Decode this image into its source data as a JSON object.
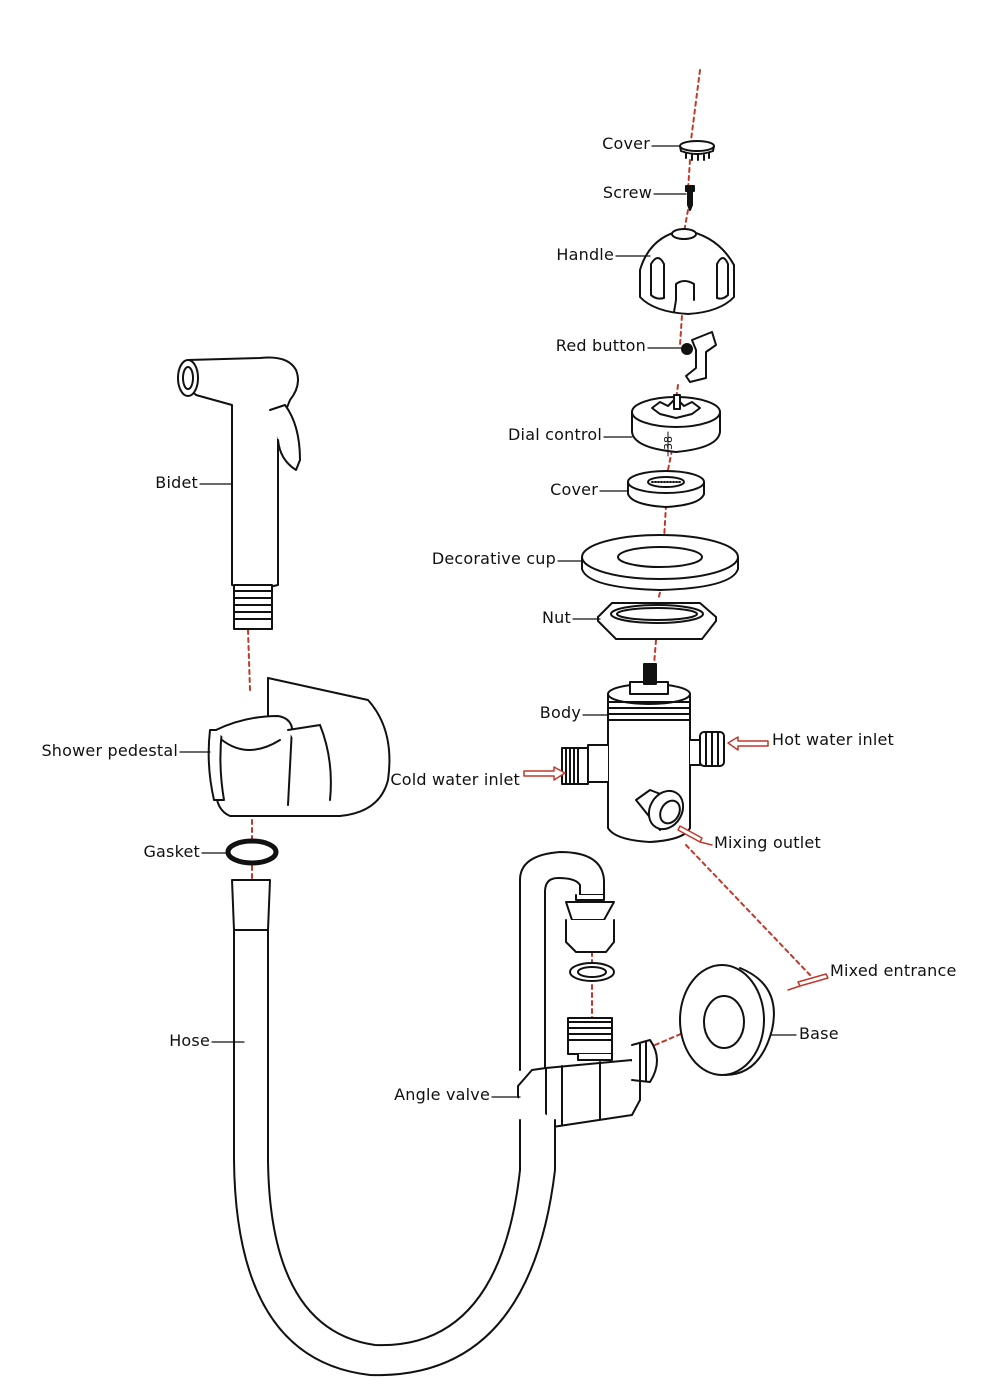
{
  "diagram": {
    "colors": {
      "line": "#111111",
      "guide": "#c0392b",
      "fill": "#ffffff"
    },
    "labels": {
      "cover_top": "Cover",
      "screw": "Screw",
      "handle": "Handle",
      "red_button": "Red button",
      "dial_control": "Dial control",
      "cover_mid": "Cover",
      "decorative_cup": "Decorative cup",
      "nut": "Nut",
      "body": "Body",
      "hot_water_inlet": "Hot water inlet",
      "cold_water_inlet": "Cold water inlet",
      "mixing_outlet": "Mixing outlet",
      "mixed_entrance": "Mixed entrance",
      "base": "Base",
      "bidet": "Bidet",
      "shower_pedestal": "Shower pedestal",
      "gasket": "Gasket",
      "hose": "Hose",
      "angle_valve": "Angle valve"
    },
    "dial_marking": "38"
  }
}
